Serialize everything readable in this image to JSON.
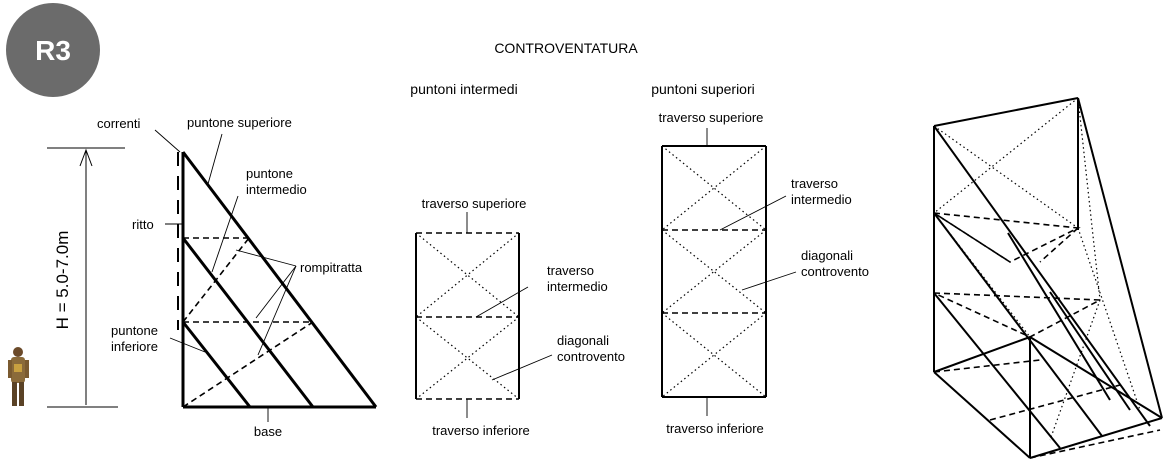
{
  "badge": {
    "label": "R3",
    "color": "#6b6b6b"
  },
  "title": "CONTROVENTATURA",
  "left_figure": {
    "correnti": "correnti",
    "puntone_superiore": "puntone superiore",
    "puntone_intermedio_1": "puntone",
    "puntone_intermedio_2": "intermedio",
    "ritto": "ritto",
    "rompitratta": "rompitratta",
    "puntone_inferiore_1": "puntone",
    "puntone_inferiore_2": "inferiore",
    "base": "base",
    "height": "H = 5.0-7.0m"
  },
  "mid_figure": {
    "heading": "puntoni intermedi",
    "traverso_superiore": "traverso superiore",
    "traverso_intermedio_1": "traverso",
    "traverso_intermedio_2": "intermedio",
    "diagonali_1": "diagonali",
    "diagonali_2": "controvento",
    "traverso_inferiore": "traverso inferiore"
  },
  "right_figure": {
    "heading": "puntoni superiori",
    "traverso_superiore": "traverso superiore",
    "traverso_intermedio_1": "traverso",
    "traverso_intermedio_2": "intermedio",
    "diagonali_1": "diagonali",
    "diagonali_2": "controvento",
    "traverso_inferiore": "traverso inferiore"
  }
}
